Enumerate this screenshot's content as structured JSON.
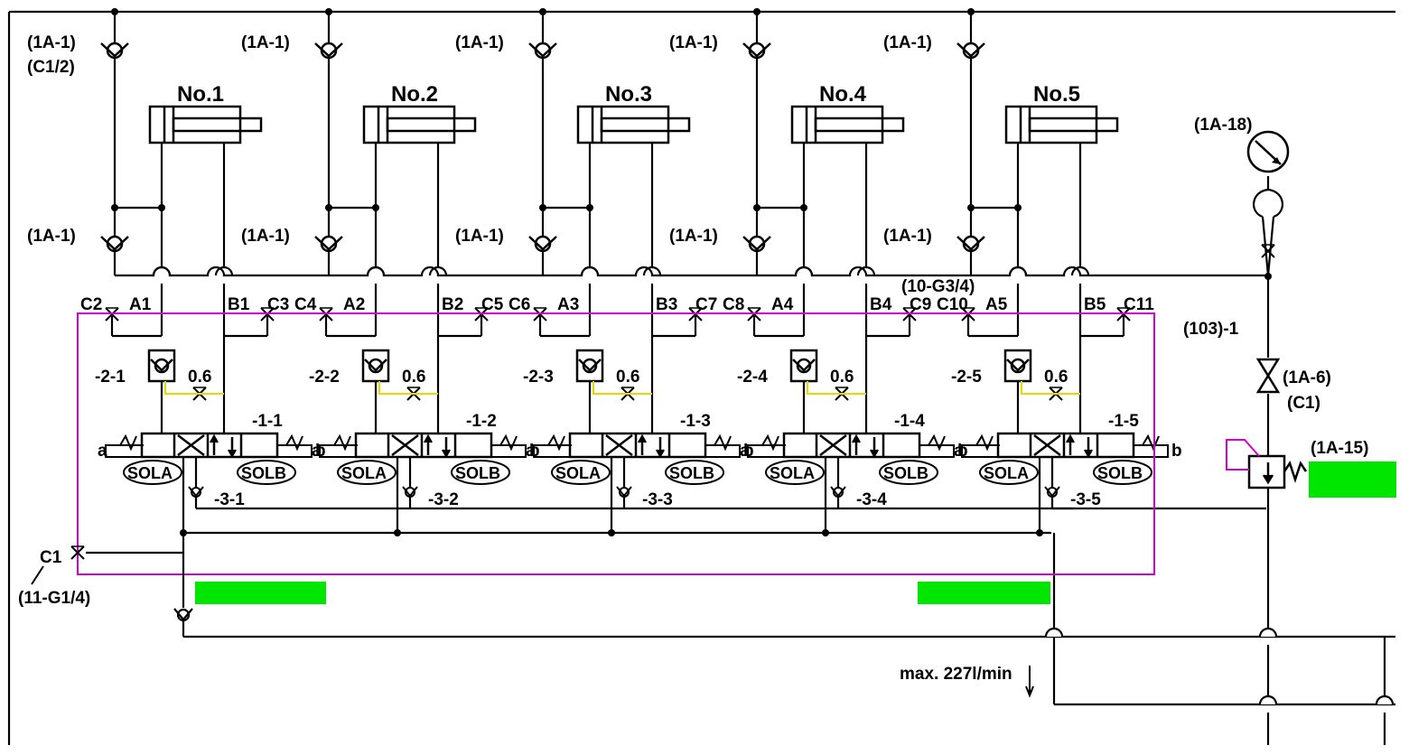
{
  "palette": {
    "line": "#000000",
    "boundary": "#d400d4",
    "highlight": "#00e600",
    "pilot_line": "#e6d800"
  },
  "top_labels": {
    "first": "(1A-1)",
    "first_sub": "(C1/2)",
    "other": "(1A-1)"
  },
  "mid_label": "(1A-1)",
  "units": [
    {
      "cyl": "No.1",
      "a": "A1",
      "b": "B1",
      "cl": "C2",
      "cr": "C3",
      "check": "-2-1",
      "orifice": "0.6",
      "valve": "-1-1",
      "sola": "SOLA",
      "solb": "SOLB",
      "pcheck": "-3-1"
    },
    {
      "cyl": "No.2",
      "a": "A2",
      "b": "B2",
      "cl": "C4",
      "cr": "C5",
      "check": "-2-2",
      "orifice": "0.6",
      "valve": "-1-2",
      "sola": "SOLA",
      "solb": "SOLB",
      "pcheck": "-3-2"
    },
    {
      "cyl": "No.3",
      "a": "A3",
      "b": "B3",
      "cl": "C6",
      "cr": "C7",
      "check": "-2-3",
      "orifice": "0.6",
      "valve": "-1-3",
      "sola": "SOLA",
      "solb": "SOLB",
      "pcheck": "-3-3"
    },
    {
      "cyl": "No.4",
      "a": "A4",
      "b": "B4",
      "cl": "C8",
      "cr": "C9",
      "check": "-2-4",
      "orifice": "0.6",
      "valve": "-1-4",
      "sola": "SOLA",
      "solb": "SOLB",
      "pcheck": "-3-4"
    },
    {
      "cyl": "No.5",
      "a": "A5",
      "b": "B5",
      "cl": "C10",
      "cr": "C11",
      "check": "-2-5",
      "orifice": "0.6",
      "valve": "-1-5",
      "sola": "SOLA",
      "solb": "SOLB",
      "pcheck": "-3-5"
    }
  ],
  "port_a_letter": "a",
  "port_b_letter": "b",
  "manifold_port": "(10-G3/4)",
  "inlet_port": "C1",
  "inlet_thread": "(11-G1/4)",
  "gauge": "(1A-18)",
  "branch_label": "(103)-1",
  "stop_valve": "(1A-6)",
  "stop_valve_sub": "(C1)",
  "relief_valve": "(1A-15)",
  "flow_note": "max. 227l/min",
  "icons": [
    "check-valve-icon",
    "cylinder-icon",
    "directional-valve-icon",
    "solenoid-icon",
    "orifice-icon",
    "pressure-gauge-icon",
    "ball-valve-icon",
    "relief-valve-icon"
  ]
}
